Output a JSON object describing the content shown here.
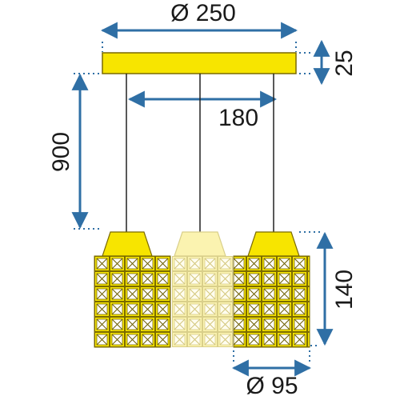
{
  "dimensions": {
    "canopy_diameter": "Ø 250",
    "canopy_height": "25",
    "hanging_height": "900",
    "lamp_spacing": "180",
    "shade_height": "140",
    "shade_diameter": "Ø 95"
  },
  "colors": {
    "fixture": "#f7e500",
    "fixture_outline": "#7a6a00",
    "dimension": "#2f6fa5",
    "faded_fixture": "#fbf3b0",
    "wire": "#222222"
  }
}
